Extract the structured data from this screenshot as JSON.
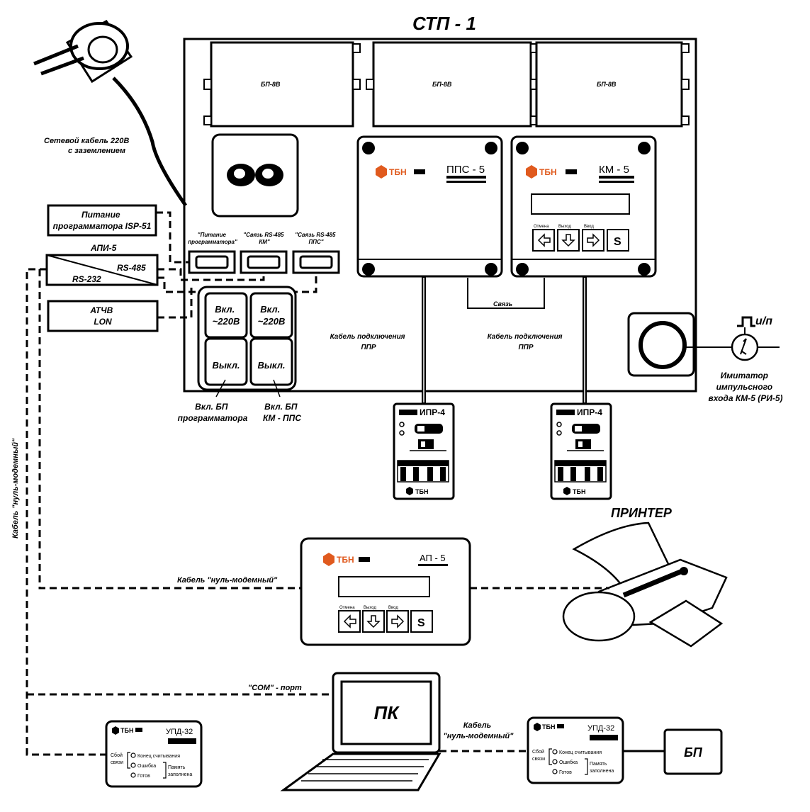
{
  "title": "СТП - 1",
  "psu_modules": [
    "БП-8В",
    "БП-8В",
    "БП-8В"
  ],
  "mains_cable_label": [
    "Сетевой кабель 220В",
    "с заземлением"
  ],
  "programmer_power_box": [
    "Питание",
    "программатора ISP-51"
  ],
  "api5": {
    "title": "АПИ-5",
    "rs485": "RS-485",
    "rs232": "RS-232"
  },
  "atchv": [
    "АТЧВ",
    "LON"
  ],
  "connectors": [
    [
      "\"Питание",
      "программатора\""
    ],
    [
      "\"Связь RS-485",
      "КМ\""
    ],
    [
      "\"Связь RS-485",
      "ППС\""
    ]
  ],
  "pps": {
    "logo": "ТБН",
    "title": "ППС - 5"
  },
  "km": {
    "logo": "ТБН",
    "title": "КМ - 5",
    "keys": [
      "Отмена",
      "Выход",
      "Ввод"
    ],
    "s_key": "S"
  },
  "link_label": "Связь",
  "ppr_cable": [
    "Кабель подключения",
    "ППР"
  ],
  "switches": {
    "on_1": [
      "Вкл.",
      "~220В"
    ],
    "on_2": [
      "Вкл.",
      "~220В"
    ],
    "off_1": "Выкл.",
    "off_2": "Выкл."
  },
  "switch_captions": [
    [
      "Вкл. БП",
      "программатора"
    ],
    [
      "Вкл. БП",
      "КМ - ППС"
    ]
  ],
  "impulse_symbol": "и/п",
  "imitator_label": [
    "Имитатор",
    "импульсного",
    "входа КМ-5 (РИ-5)"
  ],
  "ipr": {
    "title": "ИПР-4",
    "logo": "ТБН"
  },
  "printer_label": "ПРИНТЕР",
  "null_modem_label": "Кабель \"нуль-модемный\"",
  "vertical_cable_label": "Кабель \"нуль-модемный\"",
  "ap5": {
    "logo": "ТБН",
    "title": "АП - 5",
    "keys": [
      "Отмена",
      "Выход",
      "Ввод"
    ],
    "s_key": "S"
  },
  "com_port": "\"COM\" - порт",
  "pc_label": "ПК",
  "null_modem_label_2": [
    "Кабель",
    "\"нуль-модемный\""
  ],
  "upd": {
    "logo": "ТБН",
    "title": "УПД-32",
    "leds": [
      "Конец считывания",
      "Ошибка",
      "Готов"
    ],
    "side_left": [
      "Сбой",
      "связи"
    ],
    "side_right": [
      "Память",
      "заполнена"
    ]
  },
  "bp_label": "БП"
}
